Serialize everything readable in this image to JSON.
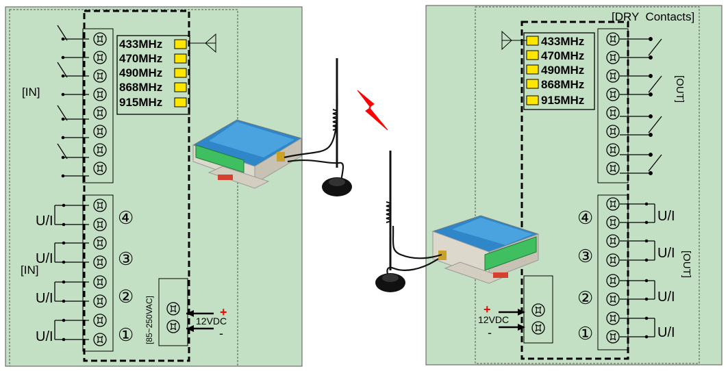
{
  "frequencies": [
    "433MHz",
    "470MHz",
    "490MHz",
    "868MHz",
    "915MHz"
  ],
  "left": {
    "in_label_top": "[IN]",
    "in_label_bottom": "[IN]",
    "ui_label": "U/I",
    "channels": [
      "④",
      "③",
      "②",
      "①"
    ],
    "power_ac": "[85~250VAC]",
    "power_dc": "12VDC",
    "plus": "+",
    "minus": "-"
  },
  "right": {
    "dry_contacts": "[DRY  Contacts]",
    "out_label_top": "[OUT]",
    "out_label_bottom": "[OUT]",
    "ui_label": "U/I",
    "channels": [
      "④",
      "③",
      "②",
      "①"
    ],
    "power_dc": "12VDC",
    "plus": "+",
    "minus": "-"
  },
  "colors": {
    "panel": "#c4e0c4",
    "indicator": "#ffe600",
    "signal": "#ff0000",
    "terminal": "#3fbf5f"
  }
}
